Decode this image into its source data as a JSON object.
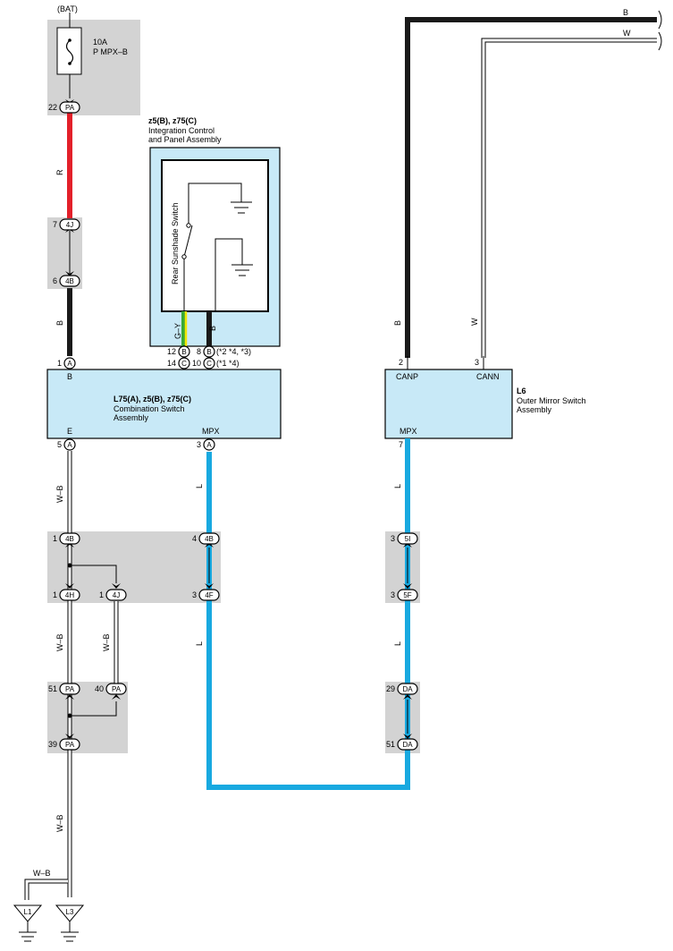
{
  "colors": {
    "wire_red": "#e3202a",
    "wire_black": "#1a1a1a",
    "wire_blue": "#18a9e0",
    "wire_green": "#3aa935",
    "wire_yellow": "#f2e600",
    "connector_bg": "#d3d3d3",
    "component_bg": "#c8e9f7"
  },
  "labels": {
    "bat": "(BAT)",
    "fuse_rating": "10A",
    "fuse_name": "P MPX–B",
    "icp_code": "z5(B), z75(C)",
    "icp_name1": "Integration Control",
    "icp_name2": "and Panel Assembly",
    "rear_sunshade": "Rear Sunshade Switch",
    "combo_code": "L75(A), z5(B), z75(C)",
    "combo_name1": "Combination Switch",
    "combo_name2": "Assembly",
    "combo_b": "B",
    "combo_e": "E",
    "combo_mpx": "MPX",
    "l6_code": "L6",
    "l6_name1": "Outer Mirror Switch",
    "l6_name2": "Assembly",
    "l6_canp": "CANP",
    "l6_cann": "CANN",
    "l6_mpx": "MPX",
    "note_a": "(*2 *4, *3)",
    "note_b": "(*1 *4)"
  },
  "wire_colors": {
    "r": "R",
    "b1": "B",
    "gy": "G–Y",
    "b2": "B",
    "b_top": "B",
    "w_top": "W",
    "b_mid": "B",
    "w_mid": "W",
    "wb1": "W–B",
    "wb2": "W–B",
    "wb3": "W–B",
    "wb4": "W–B",
    "wb5": "W–B",
    "l1": "L",
    "l2": "L",
    "l3": "L",
    "l4": "L"
  },
  "connectors": {
    "pa_top": "PA",
    "pa_top_pin": "22",
    "c4j_a": "4J",
    "c4j_a_pin": "7",
    "c4b_a": "4B",
    "c4b_a_pin": "6",
    "cA_b": "A",
    "cA_b_pin": "1",
    "cB_12": "B",
    "cB_12_pin": "12",
    "cC_14": "C",
    "cC_14_pin": "14",
    "cB_8": "B",
    "cB_8_pin": "8",
    "cC_10": "C",
    "cC_10_pin": "10",
    "cA_e": "A",
    "cA_e_pin": "5",
    "cA_mpx": "A",
    "cA_mpx_pin": "3",
    "l6_canp_pin": "2",
    "l6_cann_pin": "3",
    "l6_mpx_pin": "7",
    "c4b_b": "4B",
    "c4b_b_pin": "1",
    "c4b_c": "4B",
    "c4b_c_pin": "4",
    "c5i": "5I",
    "c5i_pin": "3",
    "c4h": "4H",
    "c4h_pin": "1",
    "c4j_b": "4J",
    "c4j_b_pin": "1",
    "c4f": "4F",
    "c4f_pin": "3",
    "c5f": "5F",
    "c5f_pin": "3",
    "pa_51": "PA",
    "pa_51_pin": "51",
    "pa_40": "PA",
    "pa_40_pin": "40",
    "da_29": "DA",
    "da_29_pin": "29",
    "pa_39": "PA",
    "pa_39_pin": "39",
    "da_51": "DA",
    "da_51_pin": "51"
  },
  "grounds": {
    "l1": "L1",
    "l3": "L3"
  }
}
